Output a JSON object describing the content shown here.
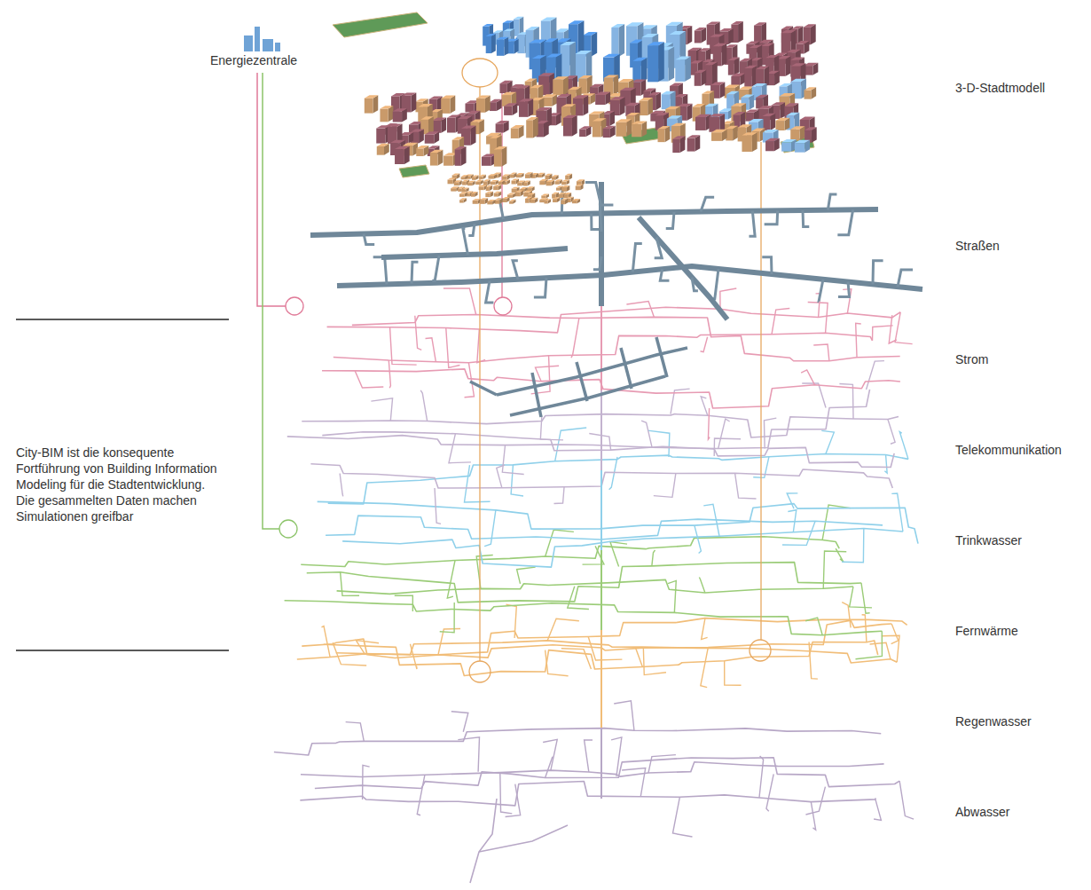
{
  "diagram": {
    "caption": "City-BIM ist die konsequente Fortführung von Building Information Modeling für die Stadtentwicklung. Die gesammelten Daten machen Simulationen greifbar",
    "labels": [
      "Energiezentrale",
      "3-D-Stadtmodell",
      "Straßen",
      "Strom",
      "Telekommunikation",
      "Trinkwasser",
      "Fernwärme",
      "Regenwasser",
      "Abwasser"
    ]
  }
}
